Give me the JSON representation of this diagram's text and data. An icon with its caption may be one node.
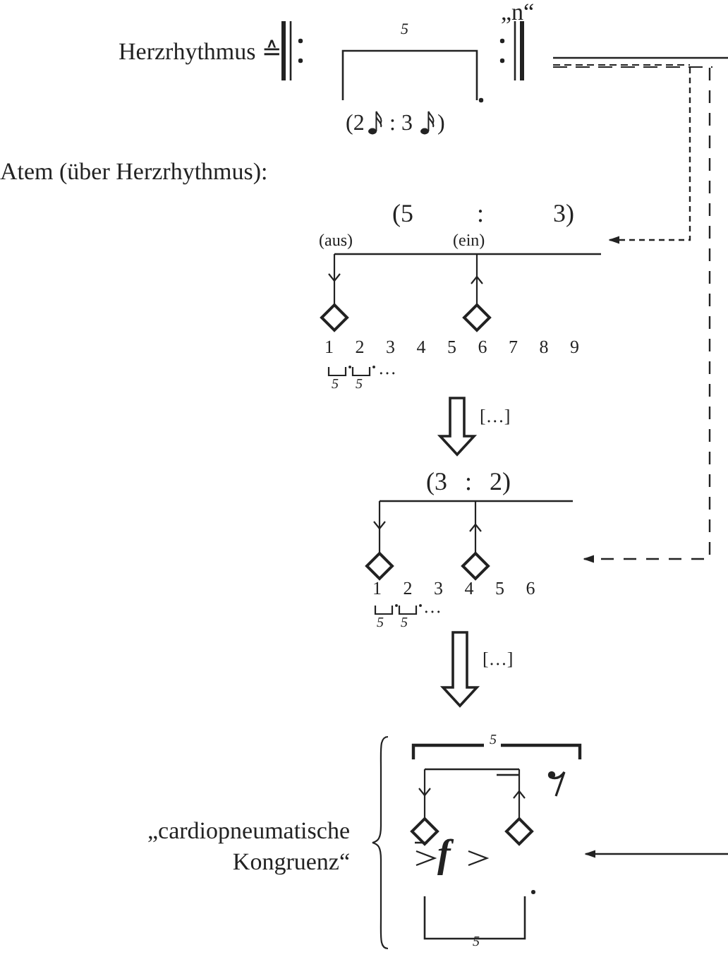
{
  "diagram": {
    "nodes": [
      {
        "text": [],
        "shape": "bar"
      },
      {
        "text": [
          "(5",
          ":",
          "3)",
          "(aus)",
          "(ein)",
          "1 2 3 4 5 6 7 8 9",
          "5",
          "5",
          "…"
        ]
      },
      {
        "text": [
          "(3 : 2)",
          "1 2 3 4 5 6",
          "5",
          "5",
          "…"
        ]
      },
      {
        "text": [
          "5",
          "f",
          "5"
        ],
        "beside": [
          "„cardiopneumatische Kongruenz“"
        ]
      }
    ],
    "edges": [
      {
        "from": 0,
        "to": 1,
        "arrow": "to",
        "style": "dashed"
      },
      {
        "from": 0,
        "to": 2,
        "arrow": "to",
        "style": "dashed"
      },
      {
        "from": 1,
        "to": 2,
        "arrow": "to",
        "style": "thick",
        "label": "[…]"
      },
      {
        "from": 2,
        "to": 3,
        "arrow": "to",
        "style": "thick",
        "label": "[…]"
      },
      {
        "from": null,
        "to": 3,
        "arrow": "to"
      }
    ],
    "labels": [
      "Herzrhythmus ≙",
      "5",
      "(2",
      ": 3",
      ")",
      "„n“",
      "Atem (über Herzrhythmus):"
    ]
  }
}
